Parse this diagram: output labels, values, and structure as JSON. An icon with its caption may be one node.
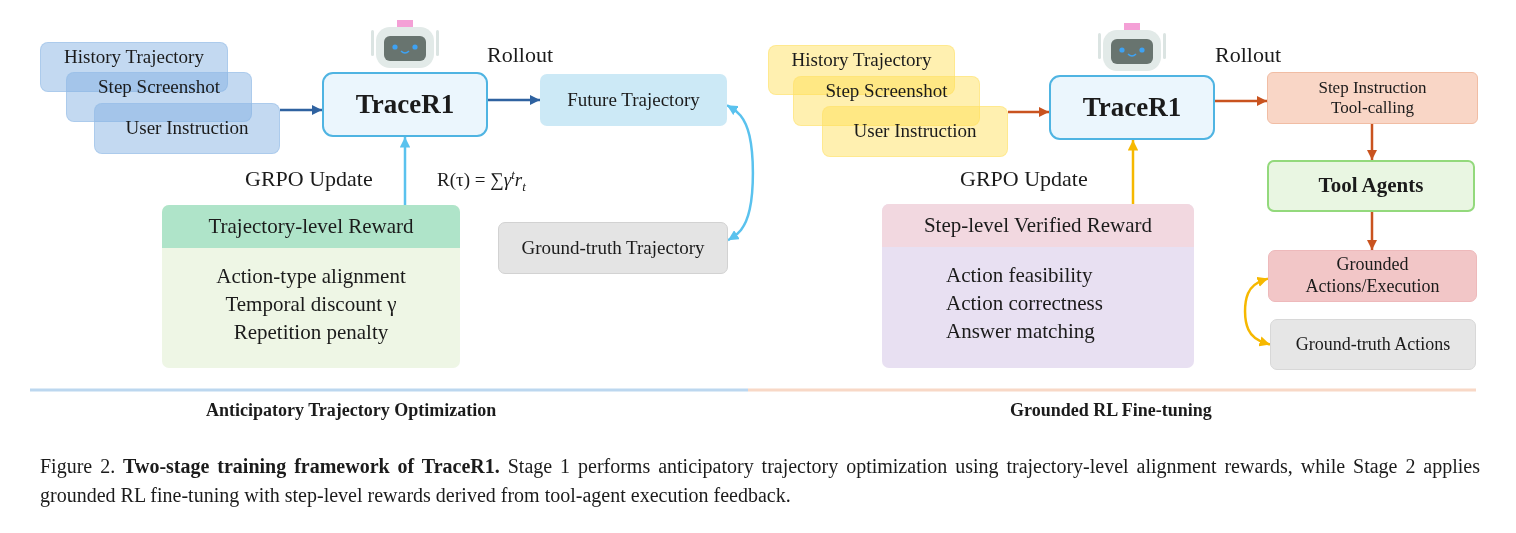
{
  "diagram": {
    "caption": "Figure 2. **Two-stage training framework of TraceR1.** Stage 1 performs anticipatory trajectory optimization using trajectory-level alignment rewards, while Stage 2 applies grounded RL fine-tuning with step-level rewards derived from tool-agent execution feedback.",
    "nodes": [
      {
        "text": [
          "History Trajectory"
        ]
      },
      {
        "text": [
          "Step Screenshot"
        ]
      },
      {
        "text": [
          "User Instruction"
        ]
      },
      {
        "text": [
          "TraceR1"
        ]
      },
      {
        "text": [
          "Future Trajectory"
        ]
      },
      {
        "text": [
          "Ground-truth Trajectory"
        ]
      },
      {
        "text": [
          "Trajectory-level Reward",
          "Action-type alignment",
          "Temporal discount γ",
          "Repetition penalty"
        ]
      },
      {
        "text": [
          "History Trajectory"
        ]
      },
      {
        "text": [
          "Step Screenshot"
        ]
      },
      {
        "text": [
          "User Instruction"
        ]
      },
      {
        "text": [
          "TraceR1"
        ]
      },
      {
        "text": [
          "Step Instruction Tool-calling"
        ]
      },
      {
        "text": [
          "Tool Agents"
        ]
      },
      {
        "text": [
          "Grounded Actions/Execution"
        ]
      },
      {
        "text": [
          "Ground-truth Actions"
        ]
      },
      {
        "text": [
          "Step-level Verified Reward",
          "Action feasibility",
          "Action correctness",
          "Answer matching"
        ]
      }
    ],
    "edges": [
      {
        "from": 2,
        "to": 3,
        "arrow": "to",
        "color": "#2f62a0"
      },
      {
        "from": 3,
        "to": 4,
        "arrow": "to",
        "label": "Rollout",
        "color": "#2f62a0"
      },
      {
        "from": 6,
        "to": 3,
        "arrow": "to",
        "label": "GRPO Update",
        "color": "#5ac2ee"
      },
      {
        "from": 4,
        "to": 5,
        "arrow": "both",
        "color": "#5ac2ee"
      },
      {
        "from": 9,
        "to": 10,
        "arrow": "to",
        "color": "#c9531f"
      },
      {
        "from": 10,
        "to": 11,
        "arrow": "to",
        "label": "Rollout",
        "color": "#c9531f"
      },
      {
        "from": 11,
        "to": 12,
        "arrow": "to",
        "color": "#c9531f"
      },
      {
        "from": 12,
        "to": 13,
        "arrow": "to",
        "color": "#c9531f"
      },
      {
        "from": 15,
        "to": 10,
        "arrow": "to",
        "label": "GRPO Update",
        "color": "#f6b800"
      },
      {
        "from": 13,
        "to": 14,
        "arrow": "both",
        "color": "#f6b800"
      }
    ],
    "labels": [
      "R(τ) = ∑*γ*$^{t}$*r*$_{t}$",
      "Anticipatory Trajectory Optimization",
      "Grounded RL Fine-tuning"
    ]
  }
}
